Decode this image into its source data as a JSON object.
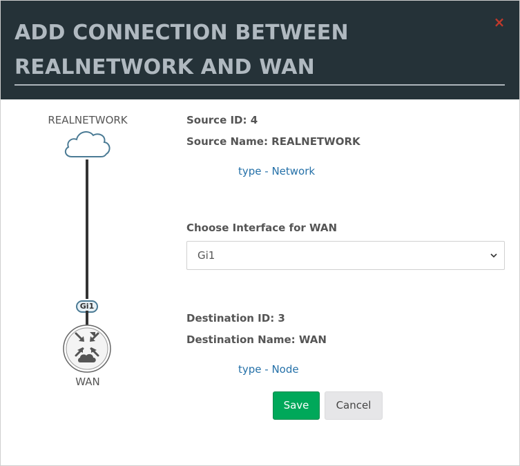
{
  "modal": {
    "title": "ADD CONNECTION BETWEEN REALNETWORK AND WAN",
    "close_glyph": "×"
  },
  "topology": {
    "source_label": "REALNETWORK",
    "source_icon": "cloud-icon",
    "interface_badge": "Gi1",
    "destination_label": "WAN",
    "destination_icon": "router-icon"
  },
  "source": {
    "id_line": "Source ID: 4",
    "name_line": "Source Name: REALNETWORK",
    "type_link": "type - Network"
  },
  "interface": {
    "label": "Choose Interface for WAN",
    "selected": "Gi1"
  },
  "destination": {
    "id_line": "Destination ID: 3",
    "name_line": "Destination Name: WAN",
    "type_link": "type - Node"
  },
  "buttons": {
    "save": "Save",
    "cancel": "Cancel"
  },
  "colors": {
    "header_bg": "#253238",
    "title_text": "#b0b9c0",
    "close": "#c0392b",
    "save_bg": "#00a85a",
    "link": "#2470a8"
  }
}
